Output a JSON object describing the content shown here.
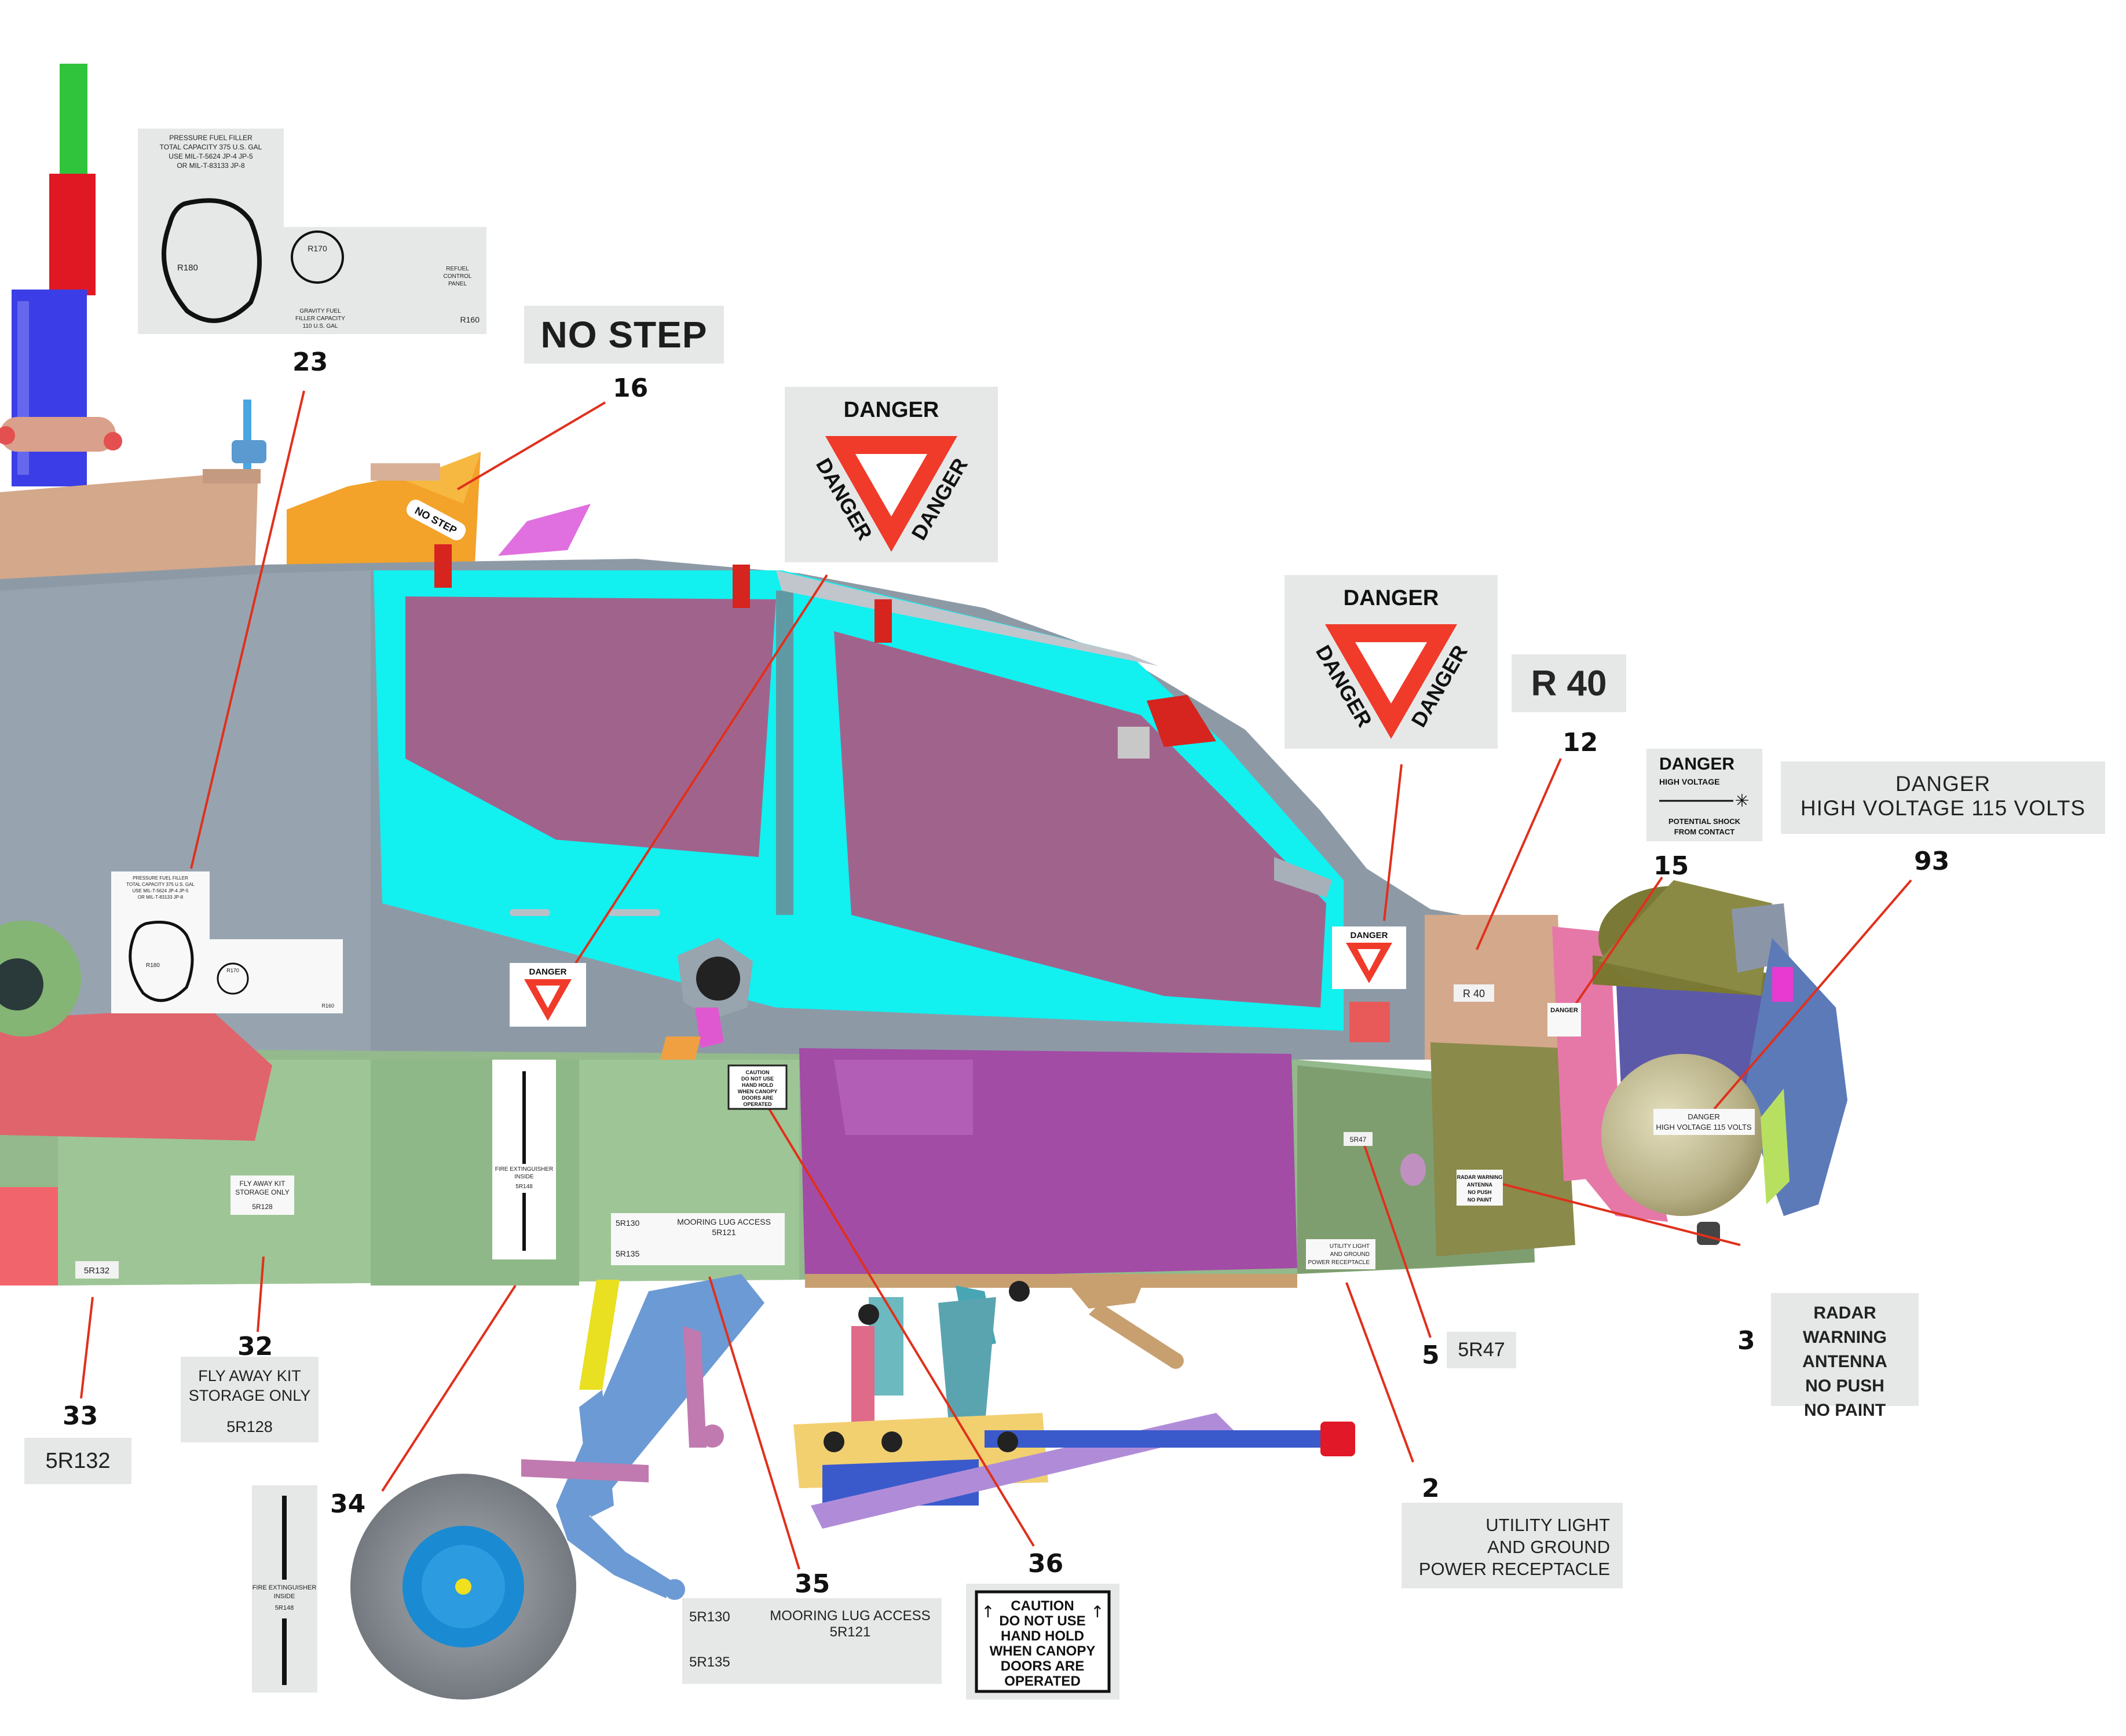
{
  "callouts": {
    "n23": "23",
    "n16": "16",
    "n12": "12",
    "n15": "15",
    "n93": "93",
    "n3": "3",
    "n5": "5",
    "n2": "2",
    "n32": "32",
    "n33": "33",
    "n34": "34",
    "n35": "35",
    "n36": "36"
  },
  "decals": {
    "no_step": "NO STEP",
    "no_step_small": "NO STEP",
    "danger_word": "DANGER",
    "r40": "R 40",
    "danger_hv_small": {
      "line1": "DANGER",
      "line2": "HIGH VOLTAGE",
      "line3": "POTENTIAL SHOCK",
      "line4": "FROM CONTACT"
    },
    "danger_hv_big": {
      "line1": "DANGER",
      "line2": "HIGH VOLTAGE 115 VOLTS"
    },
    "radar_warning": [
      "RADAR WARNING",
      "ANTENNA",
      "NO PUSH",
      "NO PAINT"
    ],
    "r5r47": "5R47",
    "utility": [
      "UTILITY LIGHT",
      "AND GROUND",
      "POWER RECEPTACLE"
    ],
    "caution": [
      "CAUTION",
      "DO NOT USE",
      "HAND HOLD",
      "WHEN CANOPY",
      "DOORS ARE",
      "OPERATED"
    ],
    "mooring": {
      "r5r130": "5R130",
      "title": "MOORING LUG ACCESS",
      "code": "5R121",
      "r5r135": "5R135"
    },
    "fire": {
      "line1": "FIRE EXTINGUISHER",
      "line2": "INSIDE",
      "code": "5R148"
    },
    "fly_away": {
      "line1": "FLY AWAY KIT",
      "line2": "STORAGE ONLY",
      "code": "5R128"
    },
    "r5r132": "5R132",
    "fuel_panel": {
      "line1": "PRESSURE FUEL FILLER",
      "line2": "TOTAL CAPACITY 375 U.S. GAL",
      "line3": "USE MIL-T-5624 JP-4 JP-5",
      "line4": "OR MIL-T-83133 JP-8",
      "r180": "R180",
      "r170": "R170",
      "refuel1": "REFUEL",
      "refuel2": "CONTROL",
      "refuel3": "PANEL",
      "grav1": "GRAVITY FUEL",
      "grav2": "FILLER CAPACITY",
      "grav3": "110 U.S. GAL",
      "r160": "R160"
    }
  },
  "colors": {
    "fuselage_gray": "#8d9aa6",
    "sponson_green": "#93b98c",
    "canopy_cyan": "#12f0f0",
    "canopy_glass": "#a0648c",
    "fairing_magenta": "#a24ca6",
    "nose_olive": "#8a8a4a",
    "nose_pink": "#e678a8",
    "leader_red": "#e0301c",
    "danger_red": "#f03a2a",
    "plate_gray": "#e6e8e8"
  }
}
